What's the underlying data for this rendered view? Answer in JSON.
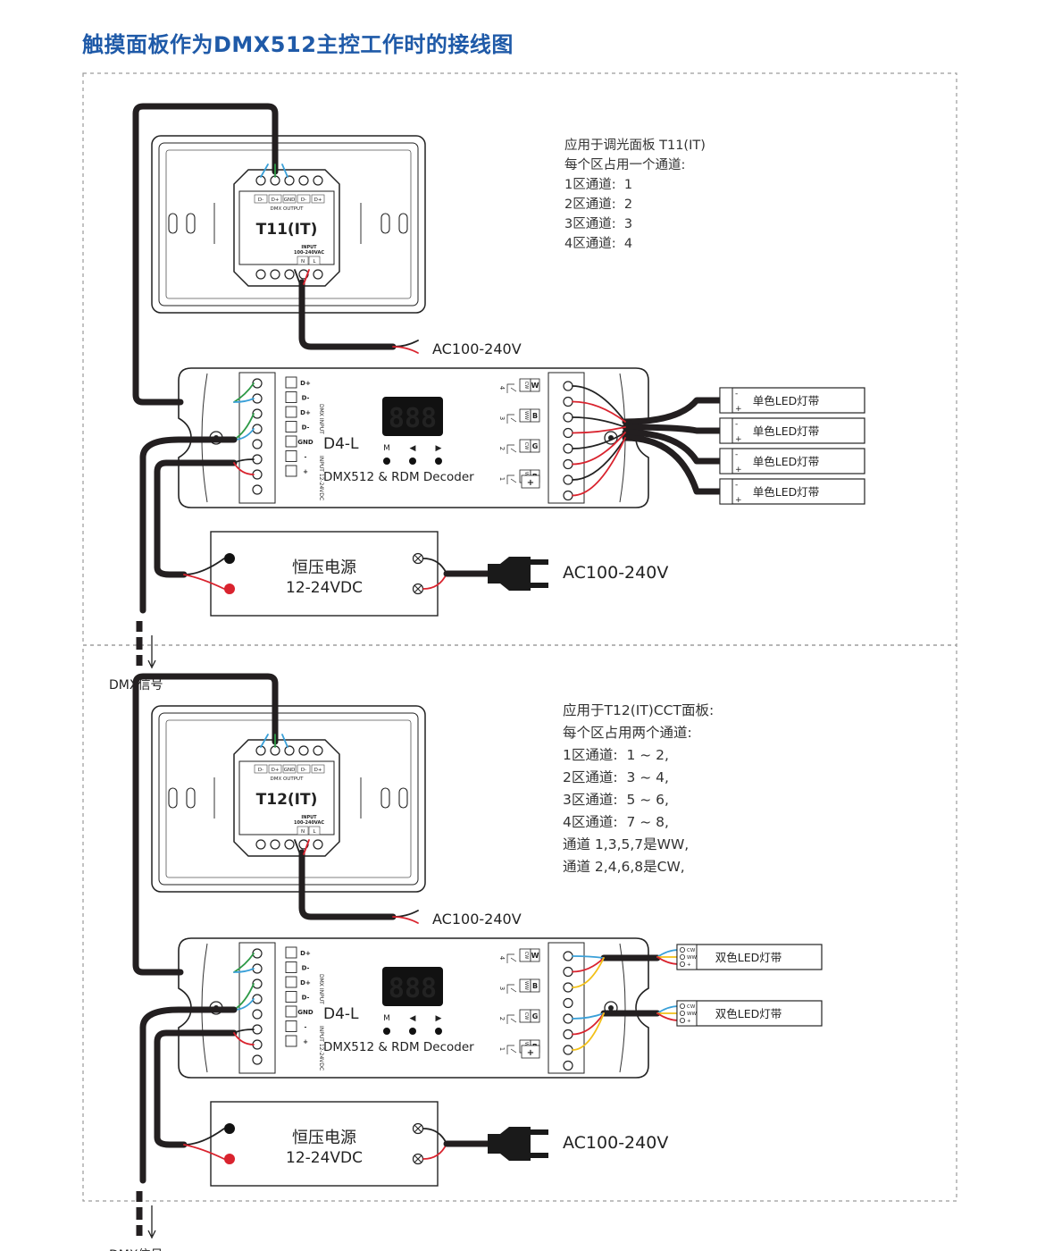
{
  "title": "触摸面板作为DMX512主控工作时的接线图",
  "sections": [
    {
      "panel": {
        "model": "T11(IT)",
        "top_terminals": [
          "D-",
          "D+",
          "GND",
          "D-",
          "D+"
        ],
        "top_caption": "DMX OUTPUT",
        "input_caption": "INPUT",
        "input_voltage": "100-240VAC",
        "input_terminals": [
          "N",
          "L"
        ]
      },
      "panel_ac": "AC100-240V",
      "notes": [
        "应用于调光面板 T11(IT)",
        "每个区占用一个通道:",
        "1区通道:  1",
        "2区通道:  2",
        "3区通道:  3",
        "4区通道:  4"
      ],
      "decoder": {
        "model": "D4-L",
        "subtitle": "DMX512 & RDM Decoder",
        "display": "888",
        "button_labels": [
          "M",
          "◀",
          "▶"
        ],
        "left_labels": [
          "D+",
          "D-",
          "D+",
          "D-",
          "GND",
          "-",
          "+"
        ],
        "left_group_labels": [
          "DMX INPUT",
          "INPUT 12-24VDC"
        ],
        "channels": [
          {
            "num": "4",
            "pole": "CW",
            "letter": "W"
          },
          {
            "num": "3",
            "pole": "WW",
            "letter": "B"
          },
          {
            "num": "2",
            "pole": "CW",
            "letter": "G"
          },
          {
            "num": "1",
            "pole": "WW",
            "letter": "R"
          }
        ],
        "plus": "+"
      },
      "strips": [
        "单色LED灯带",
        "单色LED灯带",
        "单色LED灯带",
        "单色LED灯带"
      ],
      "strip_pins": [
        "-",
        "+"
      ],
      "psu": {
        "line1": "恒压电源",
        "line2": "12-24VDC"
      },
      "psu_ac": "AC100-240V",
      "dmx_signal": "DMX信号"
    },
    {
      "panel": {
        "model": "T12(IT)",
        "top_terminals": [
          "D-",
          "D+",
          "GND",
          "D-",
          "D+"
        ],
        "top_caption": "DMX OUTPUT",
        "input_caption": "INPUT",
        "input_voltage": "100-240VAC",
        "input_terminals": [
          "N",
          "L"
        ]
      },
      "panel_ac": "AC100-240V",
      "notes": [
        "应用于T12(IT)CCT面板:",
        "每个区占用两个通道:",
        "1区通道:  1 ~ 2,",
        "2区通道:  3 ~ 4,",
        "3区通道:  5 ~ 6,",
        "4区通道:  7 ~ 8,",
        "通道 1,3,5,7是WW,",
        "通道 2,4,6,8是CW,"
      ],
      "decoder": {
        "model": "D4-L",
        "subtitle": "DMX512 & RDM Decoder",
        "display": "888",
        "button_labels": [
          "M",
          "◀",
          "▶"
        ],
        "left_labels": [
          "D+",
          "D-",
          "D+",
          "D-",
          "GND",
          "-",
          "+"
        ],
        "left_group_labels": [
          "DMX INPUT",
          "INPUT 12-24VDC"
        ],
        "channels": [
          {
            "num": "4",
            "pole": "CW",
            "letter": "W"
          },
          {
            "num": "3",
            "pole": "WW",
            "letter": "B"
          },
          {
            "num": "2",
            "pole": "CW",
            "letter": "G"
          },
          {
            "num": "1",
            "pole": "WW",
            "letter": "R"
          }
        ],
        "plus": "+"
      },
      "strips": [
        "双色LED灯带",
        "双色LED灯带"
      ],
      "strip_pins": [
        "CW",
        "WW",
        "+"
      ],
      "psu": {
        "line1": "恒压电源",
        "line2": "12-24VDC"
      },
      "psu_ac": "AC100-240V",
      "dmx_signal": "DMX信号"
    }
  ],
  "colors": {
    "title": "#1f5aa8",
    "cable": "#231f20",
    "wire_red": "#d9232e",
    "wire_green": "#2e9a47",
    "wire_blue": "#3aa0d8",
    "wire_yellow": "#f2c018",
    "border_dash": "#9a9a9a"
  }
}
